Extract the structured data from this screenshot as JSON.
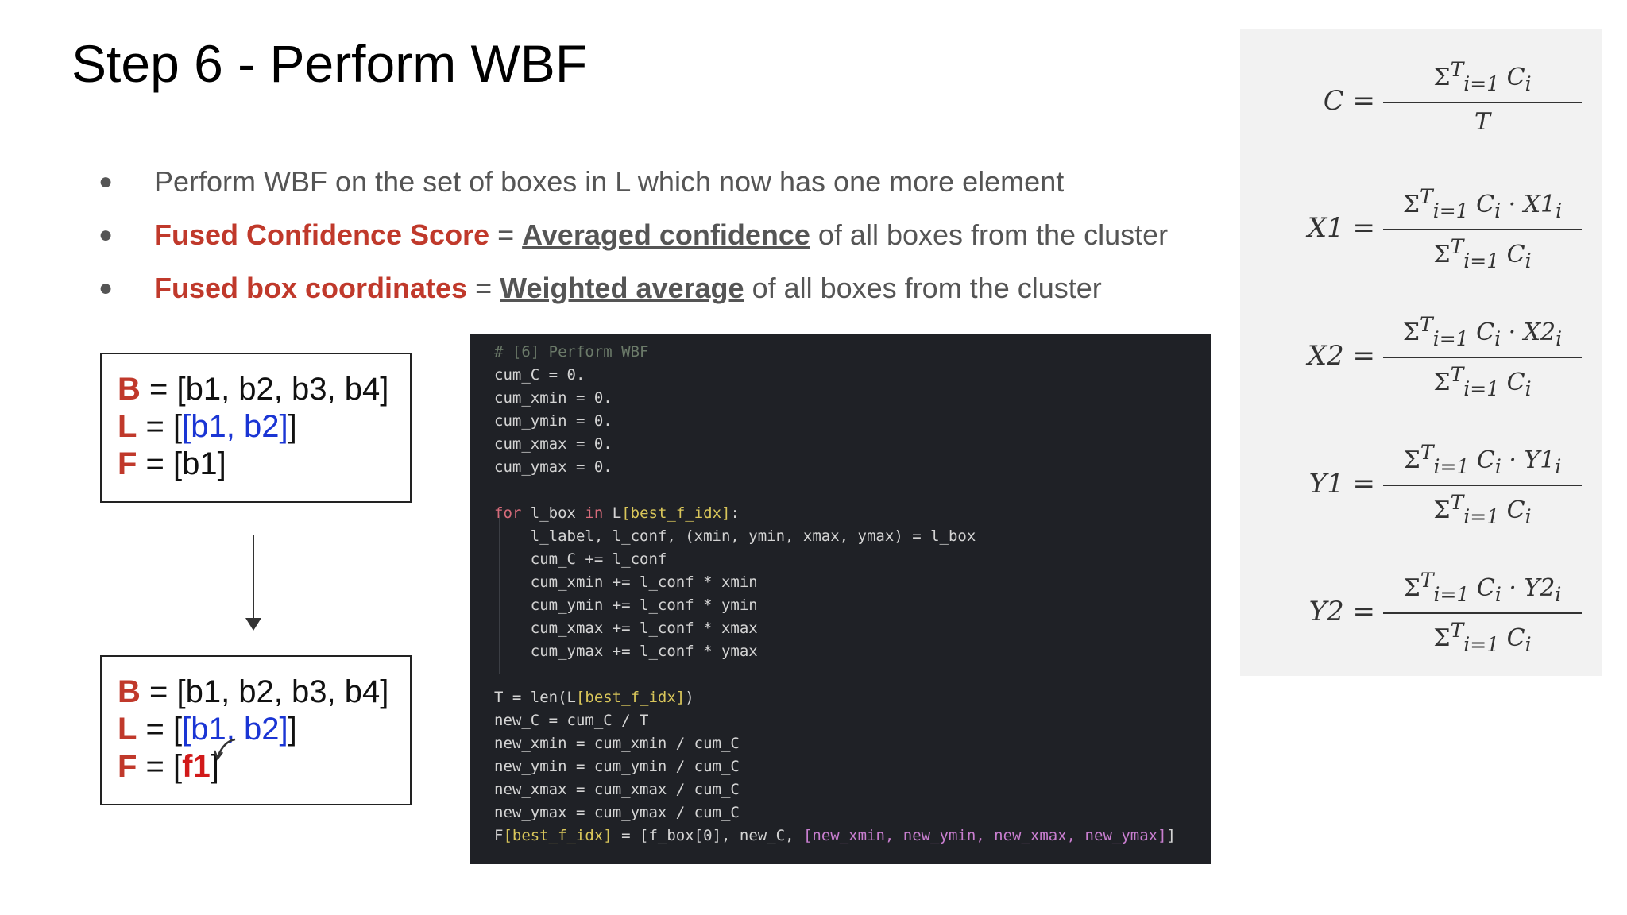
{
  "title": "Step 6 - Perform WBF",
  "bullets": {
    "b1": "Perform WBF on the set of boxes in L which now has one more element",
    "b2_red": "Fused Confidence Score",
    "b2_eq": " = ",
    "b2_u": "Averaged confidence",
    "b2_rest": " of all boxes from the cluster",
    "b3_red": "Fused box coordinates",
    "b3_eq": " = ",
    "b3_u": "Weighted average",
    "b3_rest": " of all boxes from the cluster",
    "dot": "●"
  },
  "box_before": {
    "b_label": "B",
    "b_val": " = [b1, b2, b3, b4]",
    "l_label": "L",
    "l_eq": " = [",
    "l_inner": "[b1, b2]",
    "l_close": "]",
    "f_label": "F",
    "f_val": " = [b1]"
  },
  "box_after": {
    "b_label": "B",
    "b_val": " = [b1, b2, b3, b4]",
    "l_label": "L",
    "l_eq": " = [",
    "l_inner": "[b1, b2]",
    "l_close": "]",
    "f_label": "F",
    "f_eq": " = [",
    "f_item": "f1",
    "f_close": "]"
  },
  "code": {
    "c1": "# [6] Perform WBF",
    "c2": "cum_C = 0.",
    "c3": "cum_xmin = 0.",
    "c4": "cum_ymin = 0.",
    "c5": "cum_xmax = 0.",
    "c6": "cum_ymax = 0.",
    "c7_kw": "for",
    "c7_a": " l_box ",
    "c7_in": "in",
    "c7_b": " L",
    "c7_idx": "[best_f_idx]",
    "c7_c": ":",
    "c8": "    l_label, l_conf, (xmin, ymin, xmax, ymax) = l_box",
    "c9": "    cum_C += l_conf",
    "c10": "    cum_xmin += l_conf * xmin",
    "c11": "    cum_ymin += l_conf * ymin",
    "c12": "    cum_xmax += l_conf * xmax",
    "c13": "    cum_ymax += l_conf * ymax",
    "c14_a": "T = len(L",
    "c14_idx": "[best_f_idx]",
    "c14_b": ")",
    "c15": "new_C = cum_C / T",
    "c16": "new_xmin = cum_xmin / cum_C",
    "c17": "new_ymin = cum_ymin / cum_C",
    "c18": "new_xmax = cum_xmax / cum_C",
    "c19": "new_ymax = cum_ymax / cum_C",
    "c20_a": "F",
    "c20_idx": "[best_f_idx]",
    "c20_b": " = [f_box[0], new_C, ",
    "c20_c": "[new_xmin, new_ymin, new_xmax, new_ymax]",
    "c20_d": "]"
  },
  "formulas": [
    {
      "lhs": "C =",
      "num": "Σ",
      "num_sub": "i=1",
      "num_sup": "T",
      "num_rest": " C",
      "num_i": "i",
      "den": "T",
      "den_sum": false
    },
    {
      "lhs": "X1 =",
      "num": "Σ",
      "num_sub": "i=1",
      "num_sup": "T",
      "num_rest": " C",
      "num_i": "i",
      "num_tail": " · X1",
      "num_tail_i": "i",
      "den": "Σ",
      "den_sub": "i=1",
      "den_sup": "T",
      "den_rest": " C",
      "den_i": "i"
    },
    {
      "lhs": "X2 =",
      "num": "Σ",
      "num_sub": "i=1",
      "num_sup": "T",
      "num_rest": " C",
      "num_i": "i",
      "num_tail": " · X2",
      "num_tail_i": "i",
      "den": "Σ",
      "den_sub": "i=1",
      "den_sup": "T",
      "den_rest": " C",
      "den_i": "i"
    },
    {
      "lhs": "Y1 =",
      "num": "Σ",
      "num_sub": "i=1",
      "num_sup": "T",
      "num_rest": " C",
      "num_i": "i",
      "num_tail": " · Y1",
      "num_tail_i": "i",
      "den": "Σ",
      "den_sub": "i=1",
      "den_sup": "T",
      "den_rest": " C",
      "den_i": "i"
    },
    {
      "lhs": "Y2 =",
      "num": "Σ",
      "num_sub": "i=1",
      "num_sup": "T",
      "num_rest": " C",
      "num_i": "i",
      "num_tail": " · Y2",
      "num_tail_i": "i",
      "den": "Σ",
      "den_sub": "i=1",
      "den_sup": "T",
      "den_rest": " C",
      "den_i": "i"
    }
  ],
  "colors": {
    "accent_red": "#c0392b",
    "list_blue": "#1a35d4",
    "code_bg": "#1f2126",
    "formula_bg": "#f2f2f2"
  }
}
